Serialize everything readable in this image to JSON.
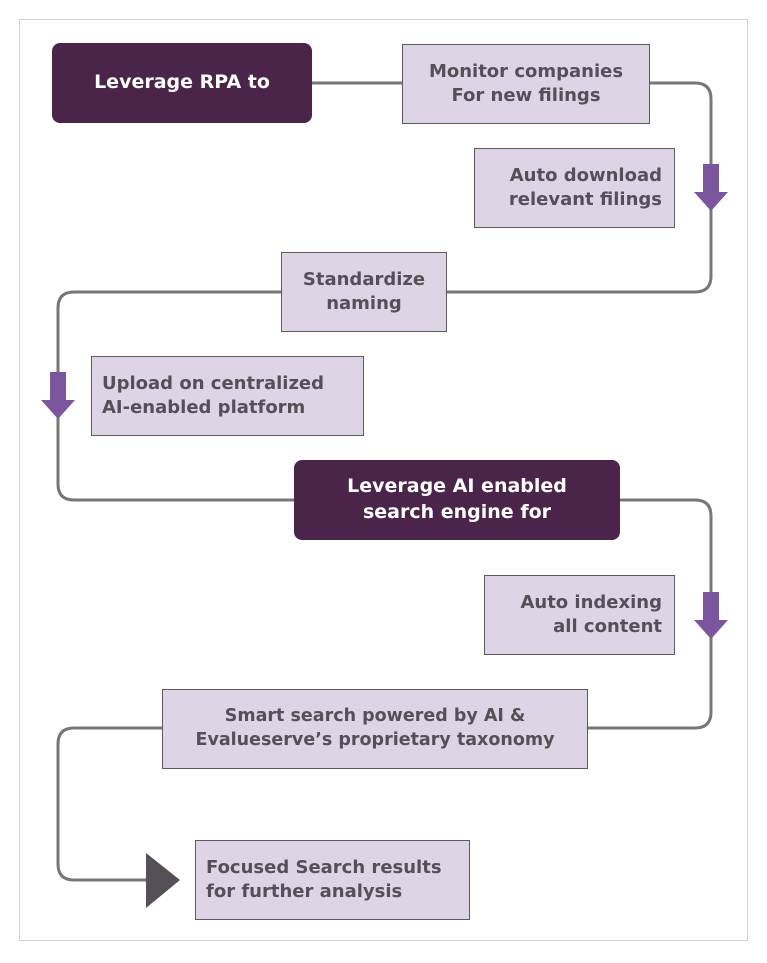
{
  "colors": {
    "header_fill": "#4a2549",
    "step_fill": "#ddd5e6",
    "step_text": "#555057",
    "connector": "#777777",
    "arrow_purple": "#7b569e",
    "final_arrow": "#555057"
  },
  "flow": {
    "header1": "Leverage RPA to",
    "steps1": [
      "Monitor companies\nFor new filings",
      "Auto download\nrelevant filings",
      "Standardize\nnaming",
      "Upload on centralized\nAI-enabled platform"
    ],
    "header2": "Leverage AI enabled\nsearch engine for",
    "steps2": [
      "Auto indexing\nall content",
      "Smart search powered by AI &\nEvalueserve’s proprietary taxonomy",
      "Focused Search results\nfor further analysis"
    ]
  },
  "icons": {
    "down_arrow": "down-arrow-icon",
    "right_arrow": "right-arrow-icon"
  }
}
